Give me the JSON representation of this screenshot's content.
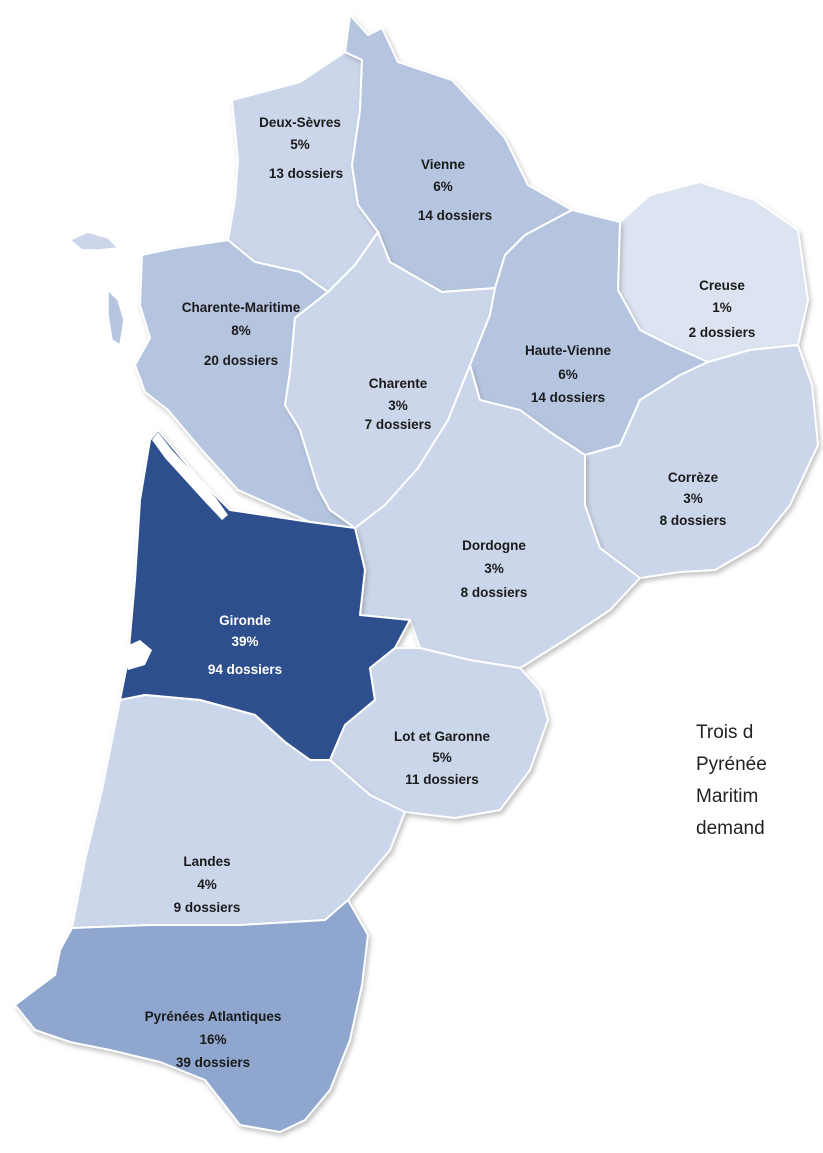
{
  "colors": {
    "level_1": "#dce4f2",
    "level_2": "#cbd6ea",
    "level_3": "#b5c5e0",
    "level_4": "#8fa6cf",
    "level_5": "#2d4f8e",
    "border": "#ffffff"
  },
  "departments": [
    {
      "id": "deux-sevres",
      "name": "Deux-Sèvres",
      "pct": "5%",
      "dossiers": "13 dossiers",
      "share": 5,
      "count": 13
    },
    {
      "id": "vienne",
      "name": "Vienne",
      "pct": "6%",
      "dossiers": "14 dossiers",
      "share": 6,
      "count": 14
    },
    {
      "id": "creuse",
      "name": "Creuse",
      "pct": "1%",
      "dossiers": "2 dossiers",
      "share": 1,
      "count": 2
    },
    {
      "id": "charente-maritime",
      "name": "Charente-Maritime",
      "pct": "8%",
      "dossiers": "20 dossiers",
      "share": 8,
      "count": 20
    },
    {
      "id": "charente",
      "name": "Charente",
      "pct": "3%",
      "dossiers": "7 dossiers",
      "share": 3,
      "count": 7
    },
    {
      "id": "haute-vienne",
      "name": "Haute-Vienne",
      "pct": "6%",
      "dossiers": "14 dossiers",
      "share": 6,
      "count": 14
    },
    {
      "id": "correze",
      "name": "Corrèze",
      "pct": "3%",
      "dossiers": "8 dossiers",
      "share": 3,
      "count": 8
    },
    {
      "id": "dordogne",
      "name": "Dordogne",
      "pct": "3%",
      "dossiers": "8 dossiers",
      "share": 3,
      "count": 8
    },
    {
      "id": "gironde",
      "name": "Gironde",
      "pct": "39%",
      "dossiers": "94 dossiers",
      "share": 39,
      "count": 94
    },
    {
      "id": "lot-et-garonne",
      "name": "Lot et Garonne",
      "pct": "5%",
      "dossiers": "11 dossiers",
      "share": 5,
      "count": 11
    },
    {
      "id": "landes",
      "name": "Landes",
      "pct": "4%",
      "dossiers": "9 dossiers",
      "share": 4,
      "count": 9
    },
    {
      "id": "pyrenees-atlantiques",
      "name": "Pyrénées Atlantiques",
      "pct": "16%",
      "dossiers": "39 dossiers",
      "share": 16,
      "count": 39
    }
  ],
  "caption_lines": [
    "Trois d",
    "Pyrénée",
    "Maritim",
    "demand"
  ]
}
